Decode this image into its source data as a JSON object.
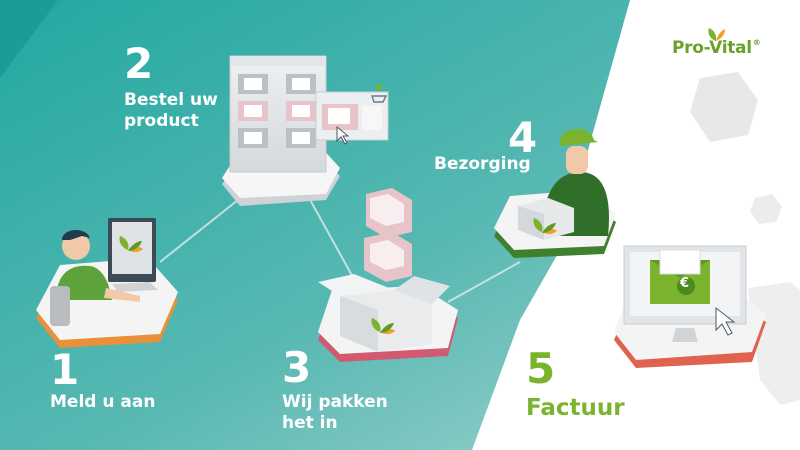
{
  "brand": {
    "name": "Pro-Vital",
    "registered": "®",
    "green": "#6aa12a"
  },
  "steps": [
    {
      "number": "1",
      "label": "Meld u aan",
      "color": "#e8913a"
    },
    {
      "number": "2",
      "label": "Bestel uw\nproduct",
      "color": "#d9d9dd"
    },
    {
      "number": "3",
      "label": "Wij pakken\nhet in",
      "color": "#c9566a"
    },
    {
      "number": "4",
      "label": "Bezorging",
      "color": "#3f7f2e"
    },
    {
      "number": "5",
      "label": "Factuur",
      "color": "#e0634f"
    }
  ],
  "invoice": {
    "currency_symbol": "€"
  },
  "colors": {
    "background_start": "#1ea6a1",
    "background_end": "#9fd1cd",
    "accent_green": "#7bb32e",
    "white_panel": "#ffffff"
  }
}
